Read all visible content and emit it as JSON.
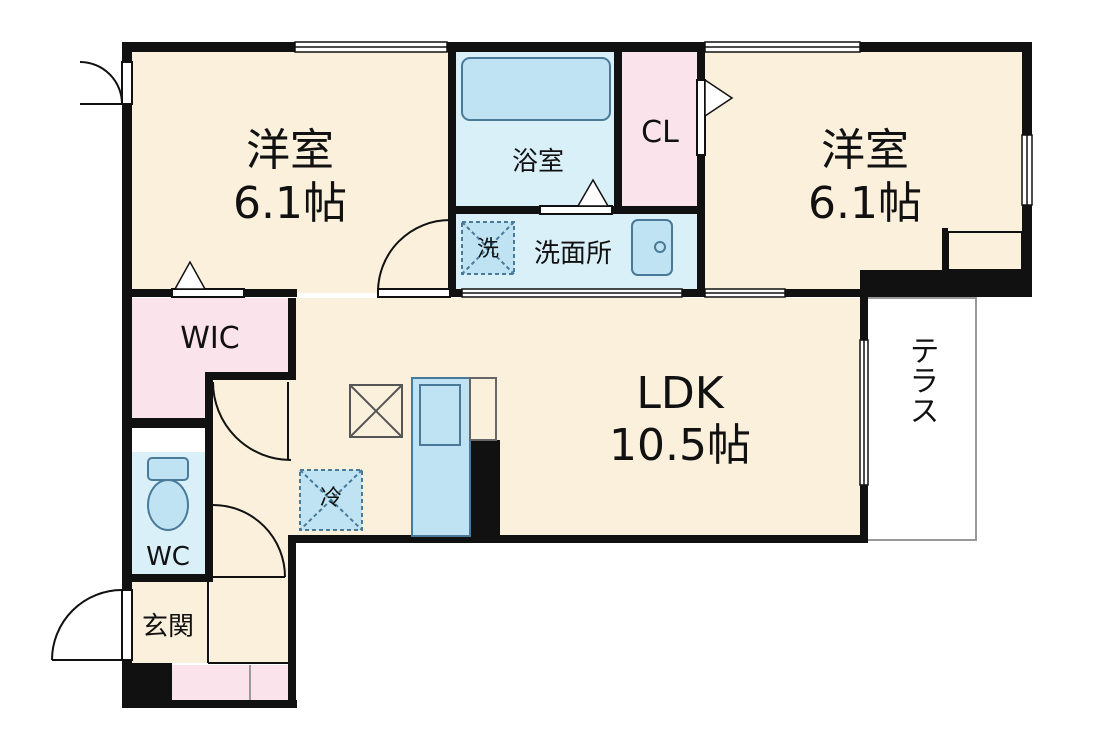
{
  "rooms": {
    "western_left": {
      "name": "洋室",
      "size": "6.1帖"
    },
    "western_right": {
      "name": "洋室",
      "size": "6.1帖"
    },
    "bath": {
      "name": "浴室"
    },
    "closet": {
      "name": "CL"
    },
    "washroom": {
      "name": "洗面所"
    },
    "washer": {
      "name": "洗"
    },
    "wic": {
      "name": "WIC"
    },
    "ldk": {
      "name": "LDK",
      "size": "10.5帖"
    },
    "terrace": {
      "name": "テラス"
    },
    "fridge": {
      "name": "冷"
    },
    "wc": {
      "name": "WC"
    },
    "entrance": {
      "name": "玄関"
    }
  },
  "colors": {
    "wall": "#111111",
    "western_room": "#fbf0dc",
    "wet_area": "#d9f0f8",
    "closet": "#fbe3ec",
    "terrace": "#ffffff",
    "fixture_stroke": "#4a7a99"
  }
}
